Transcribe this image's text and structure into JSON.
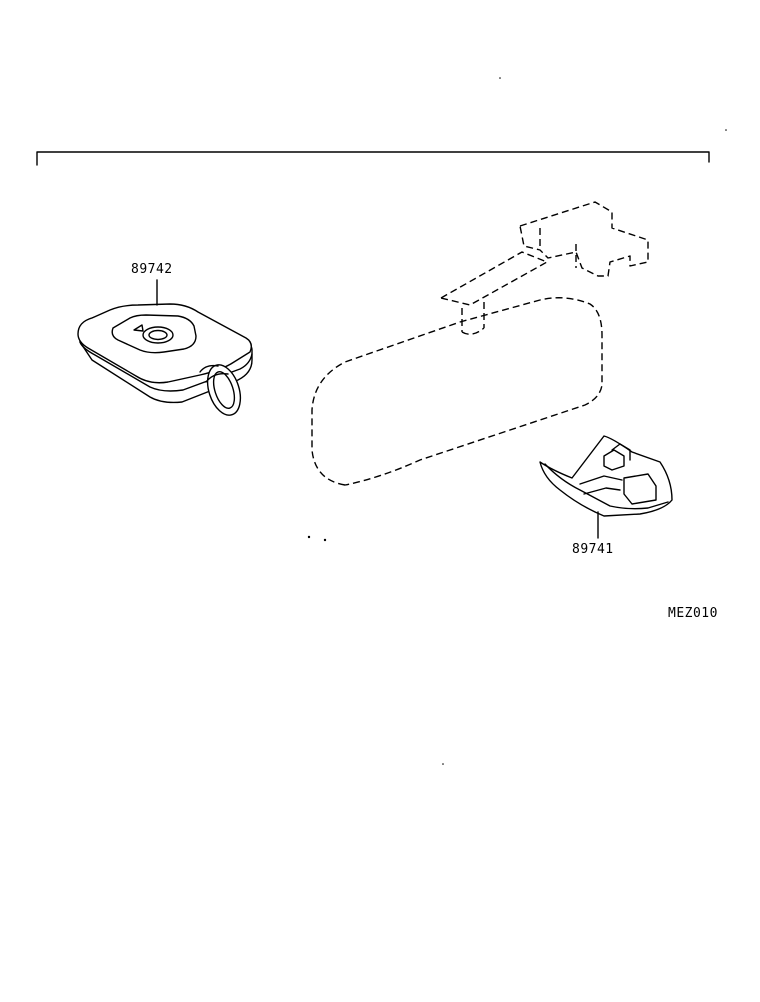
{
  "diagram": {
    "parts": [
      {
        "number": "89742",
        "icon": "key-fob-transmitter-icon"
      },
      {
        "number": "89741",
        "icon": "mirror-mount-cover-icon"
      }
    ],
    "reference_icon": "rearview-mirror-icon",
    "illustration_code": "MEZ010"
  },
  "colors": {
    "line": "#000000",
    "background": "#ffffff"
  }
}
